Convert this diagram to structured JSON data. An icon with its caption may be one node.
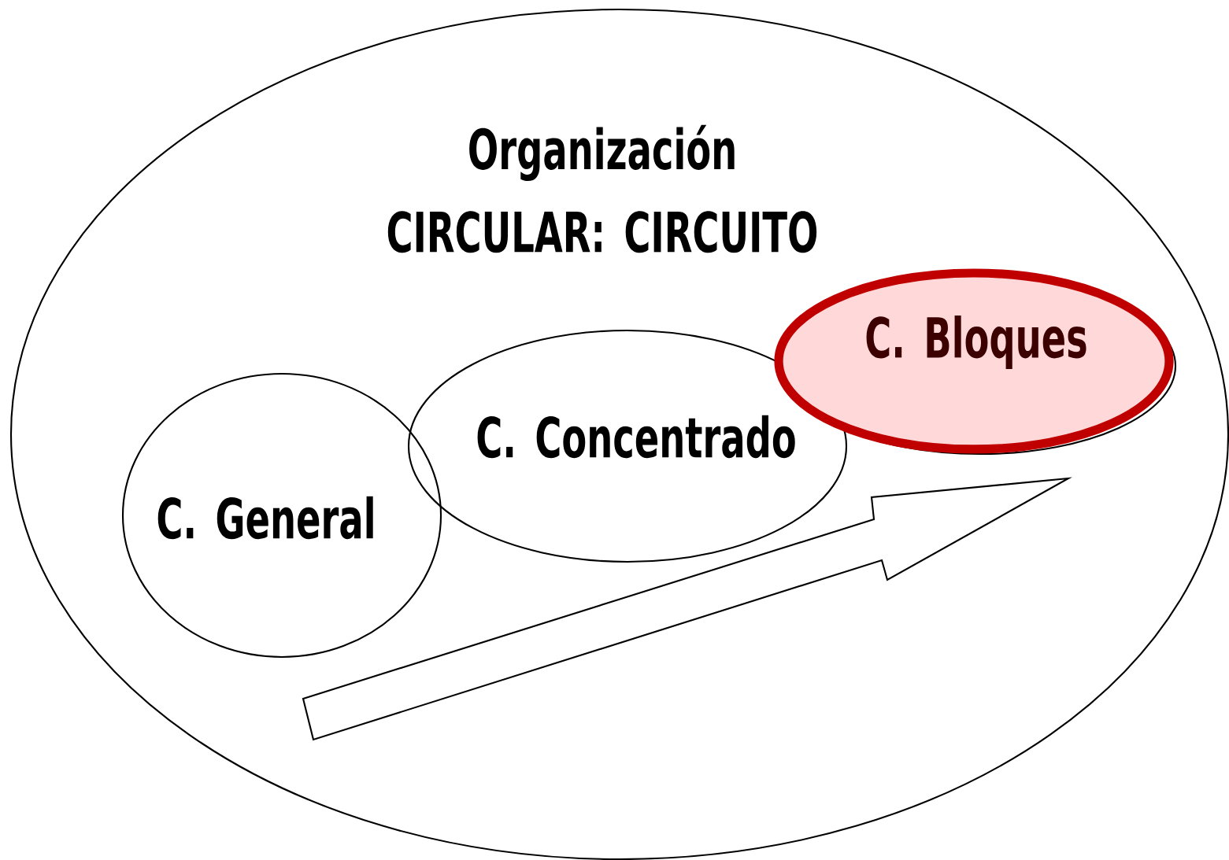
{
  "diagram": {
    "nodes": [
      {
        "text": [
          "Organización CIRCULAR: CIRCUITO"
        ]
      },
      {
        "text": [
          "C. General"
        ],
        "in": 0
      },
      {
        "text": [
          "C. Concentrado"
        ],
        "in": 0
      },
      {
        "text": [
          "C. Bloques"
        ],
        "in": 0
      }
    ]
  }
}
